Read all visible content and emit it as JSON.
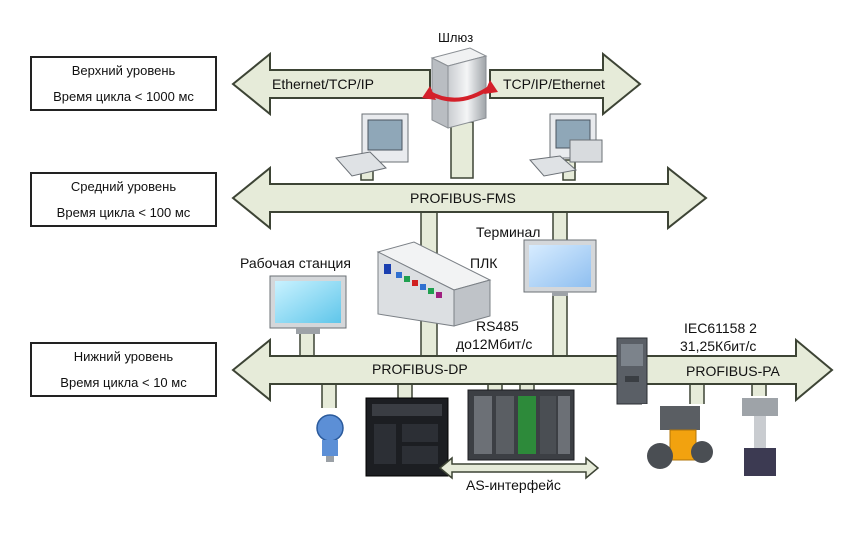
{
  "levels": {
    "top": {
      "name": "Верхний уровень",
      "cycle": "Время цикла < 1000 мс"
    },
    "middle": {
      "name": "Средний уровень",
      "cycle": "Время цикла < 100 мс"
    },
    "bottom": {
      "name": "Нижний уровень",
      "cycle": "Время цикла < 10 мс"
    }
  },
  "labels": {
    "gateway": "Шлюз",
    "ethernet_left": "Ethernet/TCP/IP",
    "ethernet_right": "TCP/IP/Ethernet",
    "profibus_fms": "PROFIBUS-FMS",
    "terminal": "Терминал",
    "workstation": "Рабочая станция",
    "plc": "ПЛК",
    "rs485_line1": "RS485",
    "rs485_line2": "до12Мбит/с",
    "iec_line1": "IEC61158 2",
    "iec_line2": "31,25Кбит/с",
    "profibus_dp": "PROFIBUS-DP",
    "profibus_pa": "PROFIBUS-PA",
    "as_interface": "AS-интерфейс"
  },
  "colors": {
    "bus_fill": "#e6ebd9",
    "bus_stroke": "#3d4435",
    "gateway_arrow": "#d4202a"
  }
}
